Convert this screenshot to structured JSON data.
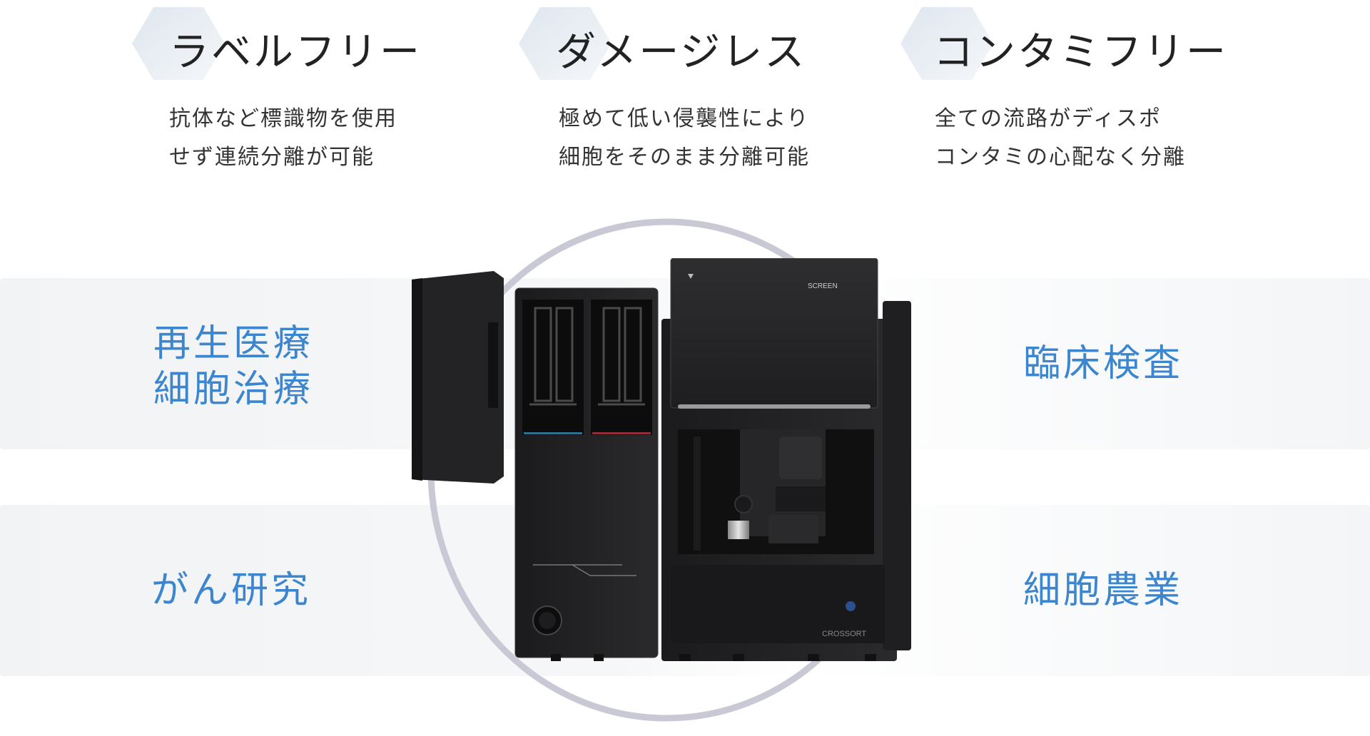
{
  "features": [
    {
      "title": "ラベルフリー",
      "desc_line1": "抗体など標識物を使用",
      "desc_line2": "せず連続分離が可能"
    },
    {
      "title": "ダメージレス",
      "desc_line1": "極めて低い侵襲性により",
      "desc_line2": "細胞をそのまま分離可能"
    },
    {
      "title": "コンタミフリー",
      "desc_line1": "全ての流路がディスポ",
      "desc_line2": "コンタミの心配なく分離"
    }
  ],
  "applications": {
    "top_left_line1": "再生医療",
    "top_left_line2": "細胞治療",
    "top_right": "臨床検査",
    "bottom_left": "がん研究",
    "bottom_right": "細胞農業"
  },
  "machine": {
    "brand_label": "SCREEN",
    "model_label": "CROSSORT"
  },
  "colors": {
    "accent_blue": "#3c86cf",
    "hex_fill": "#e6ecf3",
    "ring": "#c9c9d6",
    "band": "#f2f4f6"
  }
}
